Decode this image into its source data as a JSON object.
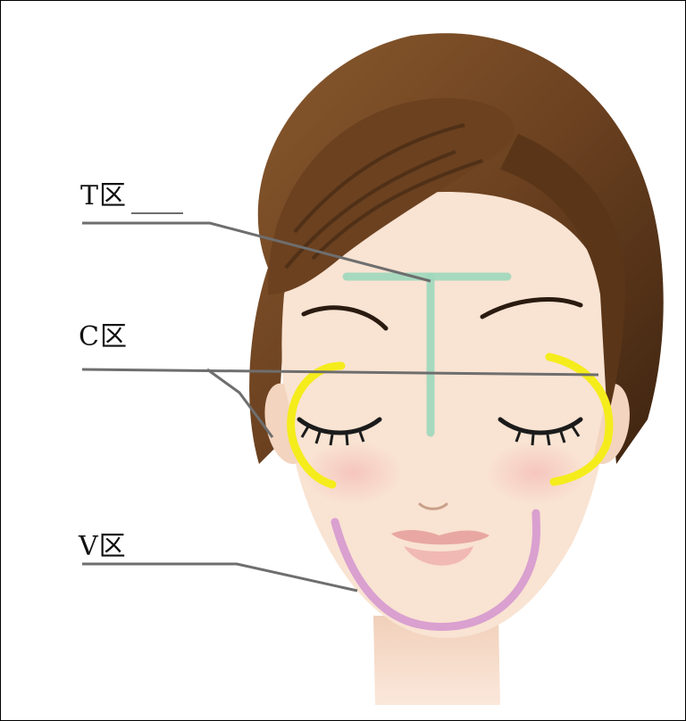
{
  "labels": {
    "t_zone": "T区",
    "c_zone": "C区",
    "v_zone": "V区"
  },
  "colors": {
    "hair": "#6b4120",
    "hair_dark": "#3e2410",
    "skin": "#f9e3d2",
    "t_zone_mark": "#9fd8bd",
    "c_zone_mark": "#f5ec1c",
    "v_zone_mark": "#d9a0d0",
    "leader_line": "#6e6e6e"
  }
}
